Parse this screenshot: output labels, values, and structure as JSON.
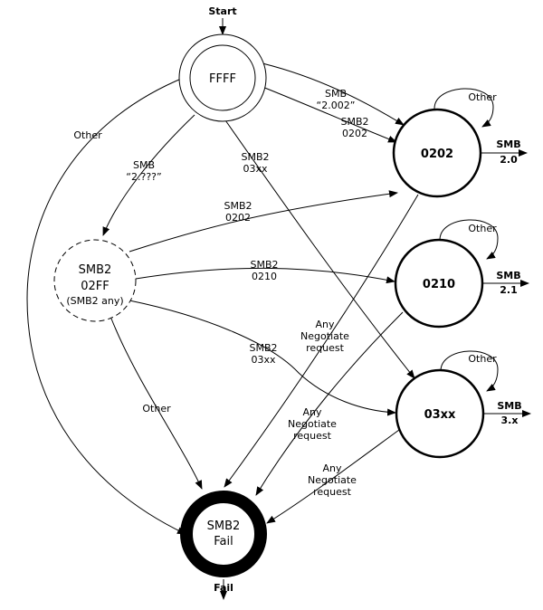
{
  "start_label": "Start",
  "fail_label": "Fail",
  "states": {
    "ffff": "FFFF",
    "s0202": "0202",
    "s0210": "0210",
    "s03xx": "03xx",
    "s02ff": {
      "line1": "SMB2",
      "line2": "02FF",
      "line3": "(SMB2 any)"
    },
    "fail": {
      "line1": "SMB2",
      "line2": "Fail"
    }
  },
  "outputs": {
    "o0202": {
      "line1": "SMB",
      "line2": "2.0"
    },
    "o0210": {
      "line1": "SMB",
      "line2": "2.1"
    },
    "o03xx": {
      "line1": "SMB",
      "line2": "3.x"
    }
  },
  "edges": {
    "ffff_other": "Other",
    "ffff_smb_2002": {
      "line1": "SMB",
      "line2": "“2.002”"
    },
    "ffff_smb2_0202": {
      "line1": "SMB2",
      "line2": "0202"
    },
    "ffff_smb_2qqq": {
      "line1": "SMB",
      "line2": "“2.???”"
    },
    "ffff_smb2_03xx": {
      "line1": "SMB2",
      "line2": "03xx"
    },
    "s02ff_smb2_0202": {
      "line1": "SMB2",
      "line2": "0202"
    },
    "s02ff_smb2_0210": {
      "line1": "SMB2",
      "line2": "0210"
    },
    "s02ff_smb2_03xx": {
      "line1": "SMB2",
      "line2": "03xx"
    },
    "s02ff_other": "Other",
    "self_0202": "Other",
    "self_0210": "Other",
    "self_03xx": "Other",
    "neg_0202": {
      "line1": "Any",
      "line2": "Negotiate",
      "line3": "request"
    },
    "neg_0210": {
      "line1": "Any",
      "line2": "Negotiate",
      "line3": "request"
    },
    "neg_03xx": {
      "line1": "Any",
      "line2": "Negotiate",
      "line3": "request"
    }
  }
}
